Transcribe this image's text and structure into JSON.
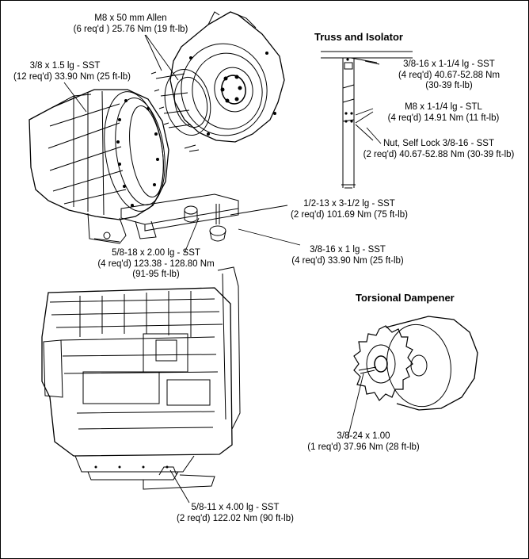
{
  "sections": {
    "truss_title": "Truss and Isolator",
    "dampener_title": "Torsional Dampener"
  },
  "labels": {
    "m8_50": [
      "M8 x 50 mm Allen",
      "(6 req'd ) 25.76 Nm (19 ft-lb)"
    ],
    "bolt_38_15": [
      "3/8 x 1.5 lg - SST",
      "(12 req'd) 33.90 Nm (25 ft-lb)"
    ],
    "truss_38_16": [
      "3/8-16 x 1-1/4 lg - SST",
      "(4 req'd) 40.67-52.88 Nm",
      "(30-39 ft-lb)"
    ],
    "truss_m8": [
      "M8 x 1-1/4 lg - STL",
      "(4 req'd) 14.91 Nm (11 ft-lb)"
    ],
    "truss_nut": [
      "Nut, Self Lock 3/8-16 - SST",
      "(2 req'd) 40.67-52.88 Nm (30-39 ft-lb)"
    ],
    "bolt_12_13": [
      "1/2-13 x 3-1/2 lg - SST",
      "(2 req'd) 101.69 Nm (75 ft-lb)"
    ],
    "bolt_58_18": [
      "5/8-18 x 2.00 lg - SST",
      "(4 req'd) 123.38 - 128.80 Nm",
      "(91-95 ft-lb)"
    ],
    "bolt_38_16_1": [
      "3/8-16 x 1 lg - SST",
      "(4 req'd) 33.90 Nm (25 ft-lb)"
    ],
    "damp_38_24": [
      "3/8-24 x 1.00",
      "(1 req'd) 37.96 Nm (28 ft-lb)"
    ],
    "bolt_58_11": [
      "5/8-11 x 4.00 lg - SST",
      "(2 req'd) 122.02 Nm (90 ft-lb)"
    ]
  }
}
